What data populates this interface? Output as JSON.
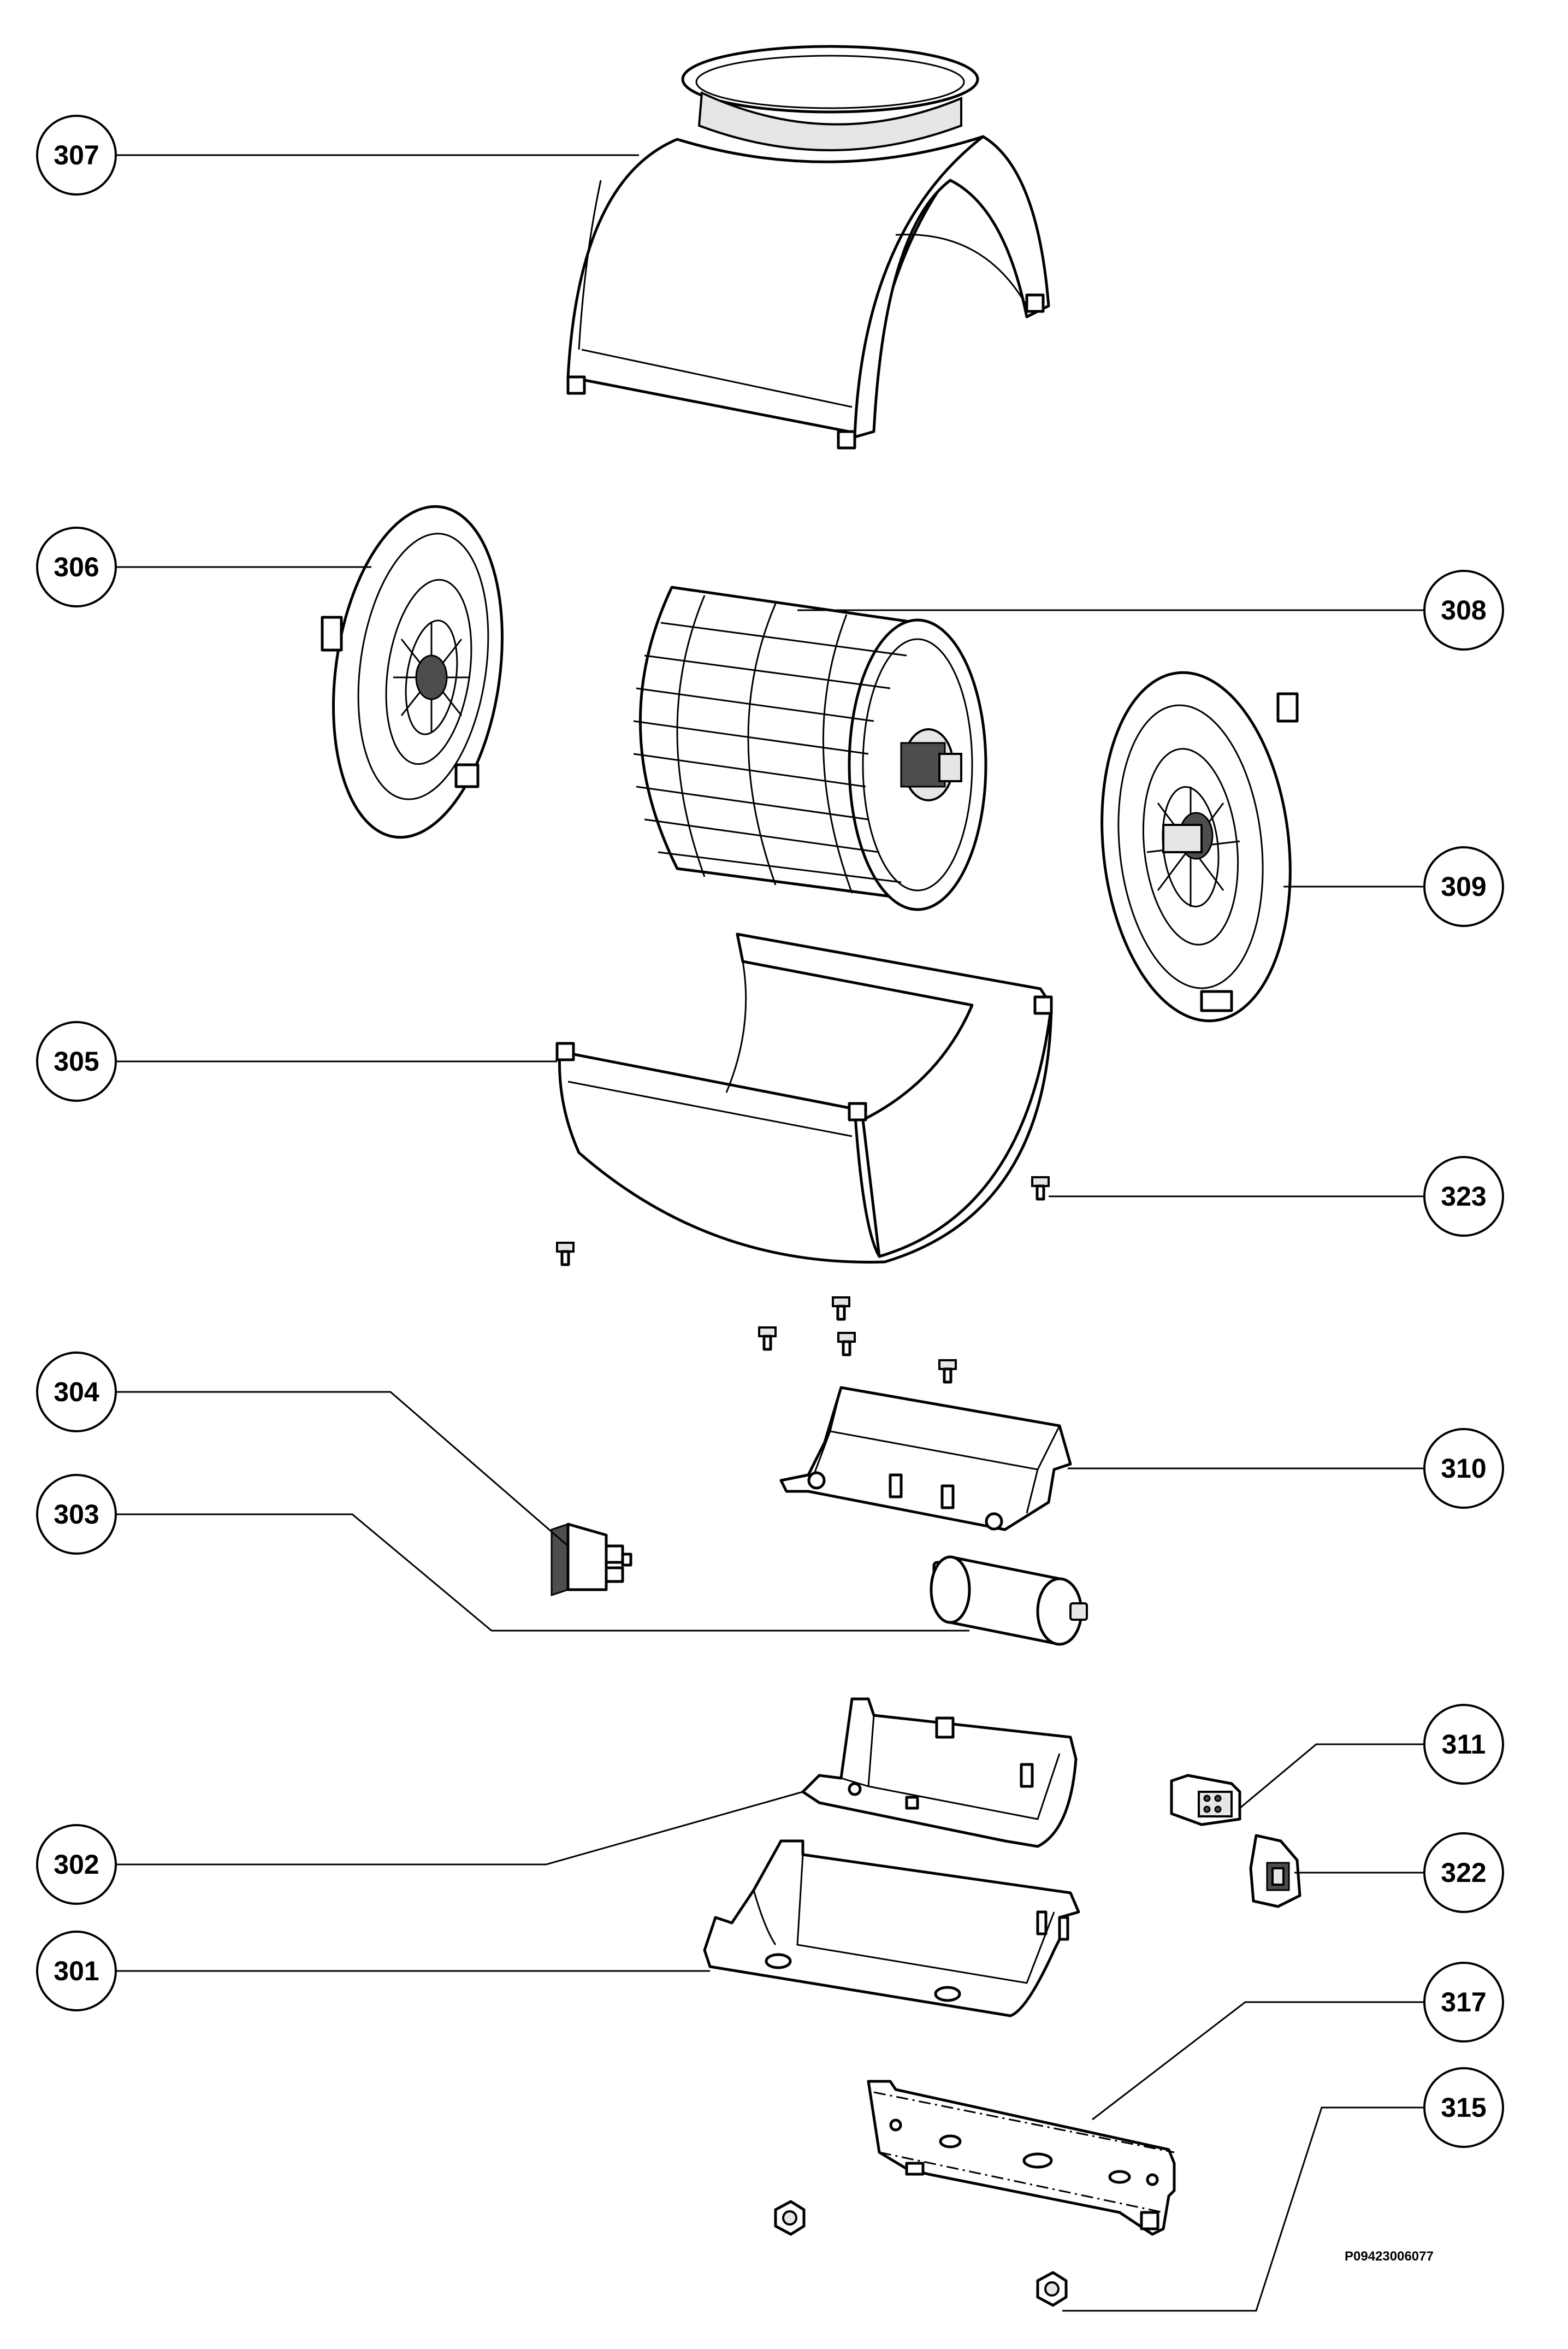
{
  "callouts": {
    "c301": "301",
    "c302": "302",
    "c303": "303",
    "c304": "304",
    "c305": "305",
    "c306": "306",
    "c307": "307",
    "c308": "308",
    "c309": "309",
    "c310": "310",
    "c311": "311",
    "c315": "315",
    "c317": "317",
    "c322": "322",
    "c323": "323"
  },
  "document_code": "P09423006077"
}
